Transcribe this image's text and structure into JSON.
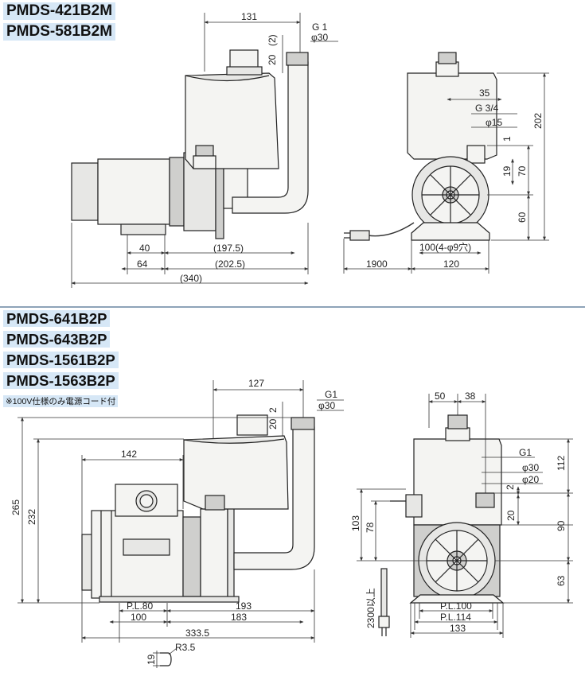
{
  "section1": {
    "models": [
      "PMDS-421B2M",
      "PMDS-581B2M"
    ],
    "side_dims": {
      "top_width": "131",
      "height_small_a": "20",
      "height_small_b": "(2)",
      "base_left": "40",
      "base_center": "64",
      "center_to_outlet": "(197.5)",
      "center_to_edge": "(202.5)",
      "overall_length": "(340)"
    },
    "front_dims": {
      "outlet_thread": "G 1",
      "outlet_dia": "φ30",
      "inlet_offset": "35",
      "inlet_thread": "G 3/4",
      "inlet_dia": "φ15",
      "height_small": "1",
      "height_19": "19",
      "height_70": "70",
      "height_202": "202",
      "height_60": "60",
      "cord_length": "1900",
      "base_holes": "100(4-φ9穴)",
      "base_width": "120"
    }
  },
  "section2": {
    "models": [
      "PMDS-641B2P",
      "PMDS-643B2P",
      "PMDS-1561B2P",
      "PMDS-1563B2P"
    ],
    "note": "※100V仕様のみ電源コード付",
    "side_dims": {
      "top_width": "127",
      "height_20": "20",
      "height_2": "2",
      "motor_width": "142",
      "height_265": "265",
      "height_232": "232",
      "pl80": "P.L.80",
      "dim_100": "100",
      "dim_193": "193",
      "dim_183": "183",
      "overall_length": "333.5",
      "slot_width": "19",
      "slot_radius": "R3.5"
    },
    "front_dims": {
      "outlet_thread": "G1",
      "outlet_dia": "φ30",
      "offset_50": "50",
      "offset_38": "38",
      "inlet_thread": "G1",
      "inlet_dia_30": "φ30",
      "inlet_dia_20": "φ20",
      "height_2": "2",
      "height_20": "20",
      "height_112": "112",
      "height_90": "90",
      "height_63": "63",
      "height_103": "103",
      "height_78": "78",
      "cord_length": "2300以上",
      "pl100": "P.L.100",
      "pl114": "P.L.114",
      "base_width": "133"
    }
  }
}
